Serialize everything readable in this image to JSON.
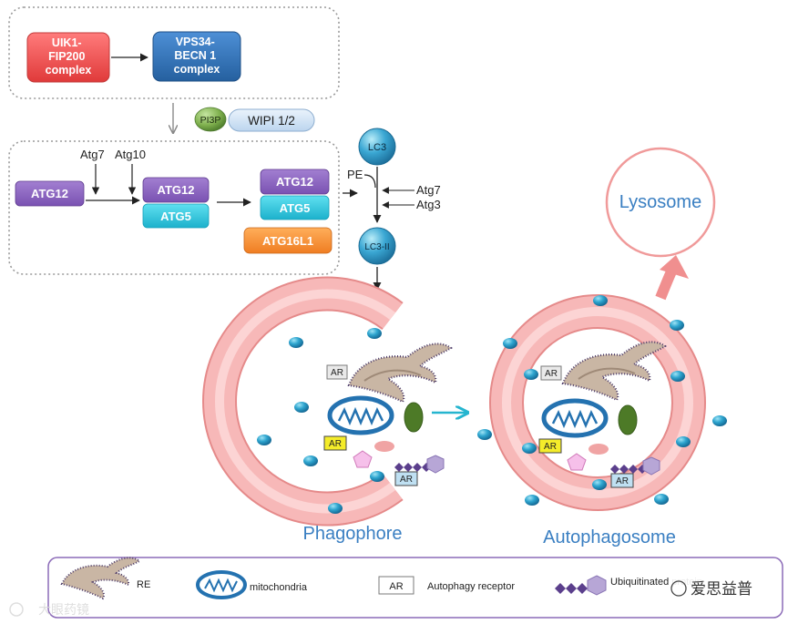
{
  "upstream": {
    "ulk_complex_lines": [
      "UIK1-",
      "FIP200",
      "complex"
    ],
    "vps_complex_lines": [
      "VPS34-",
      "BECN 1",
      "complex"
    ],
    "pi3p": "PI3P",
    "wipi": "WIPI 1/2"
  },
  "conjugation": {
    "atg7": "Atg7",
    "atg10": "Atg10",
    "atg12": "ATG12",
    "atg5": "ATG5",
    "atg16l1": "ATG16L1"
  },
  "lc3_pathway": {
    "lc3": "LC3",
    "pe": "PE",
    "atg7": "Atg7",
    "atg3": "Atg3",
    "lc3_ii": "LC3-II"
  },
  "structures": {
    "ar": "AR",
    "phagophore": "Phagophore",
    "autophagosome": "Autophagosome",
    "lysosome": "Lysosome"
  },
  "legend": {
    "re": "RE",
    "mitochondria": "mitochondria",
    "ar_box": "AR",
    "autophagy_receptor": "Autophagy receptor",
    "ubiquitinated": "Ubiquitinated protein"
  },
  "watermark": {
    "left": "大眼药镜",
    "right": "爱思益普"
  },
  "colors": {
    "ulk_red": "#ec4a4a",
    "vps_blue": "#2f6fb8",
    "atg12_purple": "#8b62c0",
    "atg5_cyan": "#2ec5dd",
    "atg16l1_orange": "#f58d36",
    "lc3_teal": "#2f8fb8",
    "membrane_pink": "#f2a6a6",
    "mito_blue": "#2472b0",
    "ar_yellow": "#f4ec2a",
    "ubiq_purple": "#5b3f8c",
    "lysosome_text": "#3f7fc0"
  }
}
